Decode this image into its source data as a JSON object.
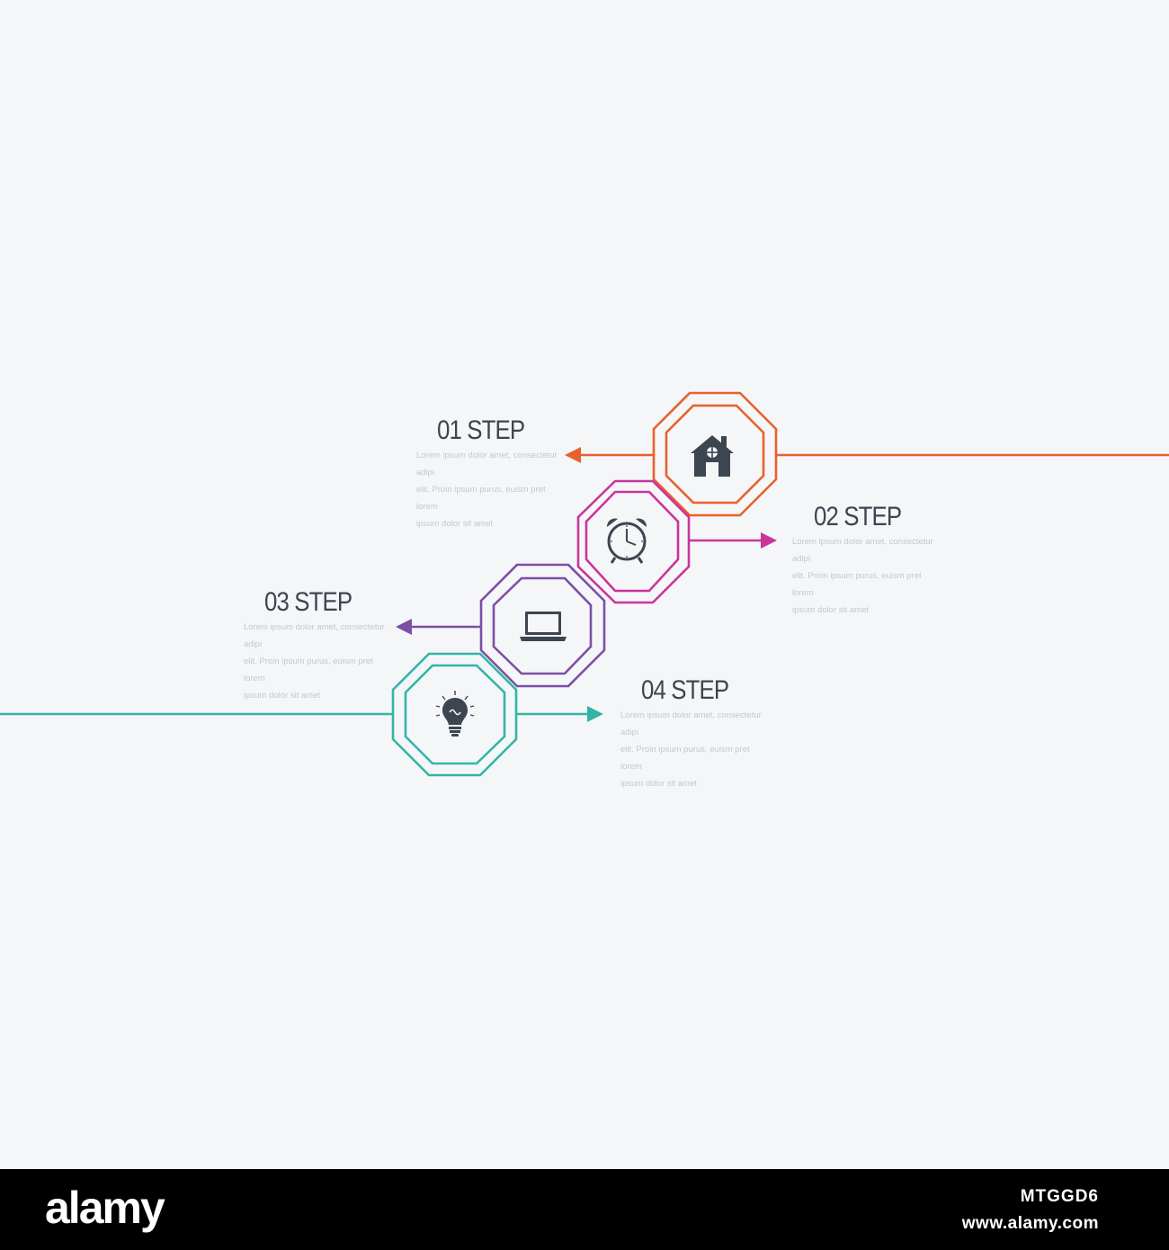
{
  "colors": {
    "background": "#f5f6f8",
    "text_title": "#3d4550",
    "text_body": "#c3c7cc",
    "icon": "#3d4550"
  },
  "steps": [
    {
      "title": "01 STEP",
      "body_lines": [
        "Lorem ipsum dolor amet, consectetur adipi",
        "elit. Proin ipsum purus, euism pret lorem",
        "ipsum dolor sit amet"
      ],
      "color": "#e8612c",
      "icon": "house-icon",
      "arrow_direction": "left"
    },
    {
      "title": "02 STEP",
      "body_lines": [
        "Lorem ipsum dolor amet, consectetur adipi",
        "elit. Proin ipsum purus, euism pret lorem",
        "ipsum dolor sit amet"
      ],
      "color": "#c9359b",
      "icon": "alarm-clock-icon",
      "arrow_direction": "right"
    },
    {
      "title": "03 STEP",
      "body_lines": [
        "Lorem ipsum dolor amet, consectetur adipi",
        "elit. Proin ipsum purus, euism pret lorem",
        "ipsum dolor sit amet"
      ],
      "color": "#7b4fa6",
      "icon": "laptop-icon",
      "arrow_direction": "left"
    },
    {
      "title": "04 STEP",
      "body_lines": [
        "Lorem ipsum dolor amet, consectetur adipi",
        "elit. Proin ipsum purus, euism pret lorem",
        "ipsum dolor sit amet"
      ],
      "color": "#33b5a5",
      "icon": "light-bulb-icon",
      "arrow_direction": "right"
    }
  ],
  "footer": {
    "logo": "alamy",
    "image_id": "MTGGD6",
    "url": "www.alamy.com"
  }
}
